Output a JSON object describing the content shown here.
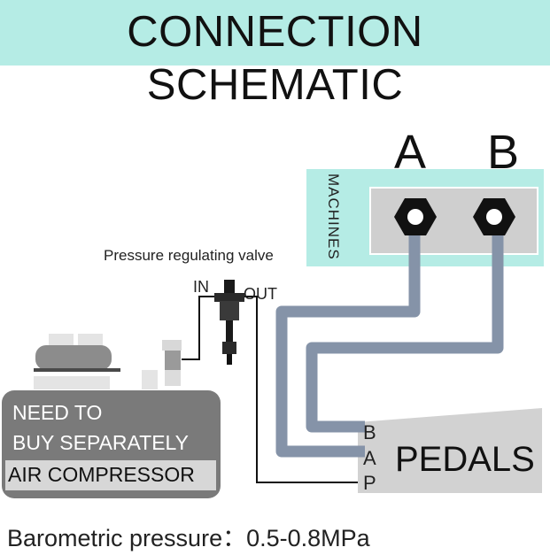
{
  "header": {
    "title": "CONNECTION SCHEMATIC"
  },
  "machine": {
    "label": "MACHINES",
    "port_a": "A",
    "port_b": "B"
  },
  "valve": {
    "label": "Pressure regulating valve",
    "in_label": "IN",
    "out_label": "OUT"
  },
  "pedals": {
    "label": "PEDALS",
    "port_b": "B",
    "port_a": "A",
    "port_p": "P"
  },
  "compressor": {
    "line1": "NEED TO",
    "line2": "BUY SEPARATELY",
    "line3": "AIR COMPRESSOR"
  },
  "footer": {
    "pressure": "Barometric pressure：0.5-0.8MPa"
  },
  "colors": {
    "banner": "#b5ece5",
    "machine_panel": "#b5ece5",
    "machine_block": "#cfcfcf",
    "hose": "#8593a8",
    "compressor_box": "#7a7a7a",
    "pedal_box": "#d2d2d2"
  }
}
